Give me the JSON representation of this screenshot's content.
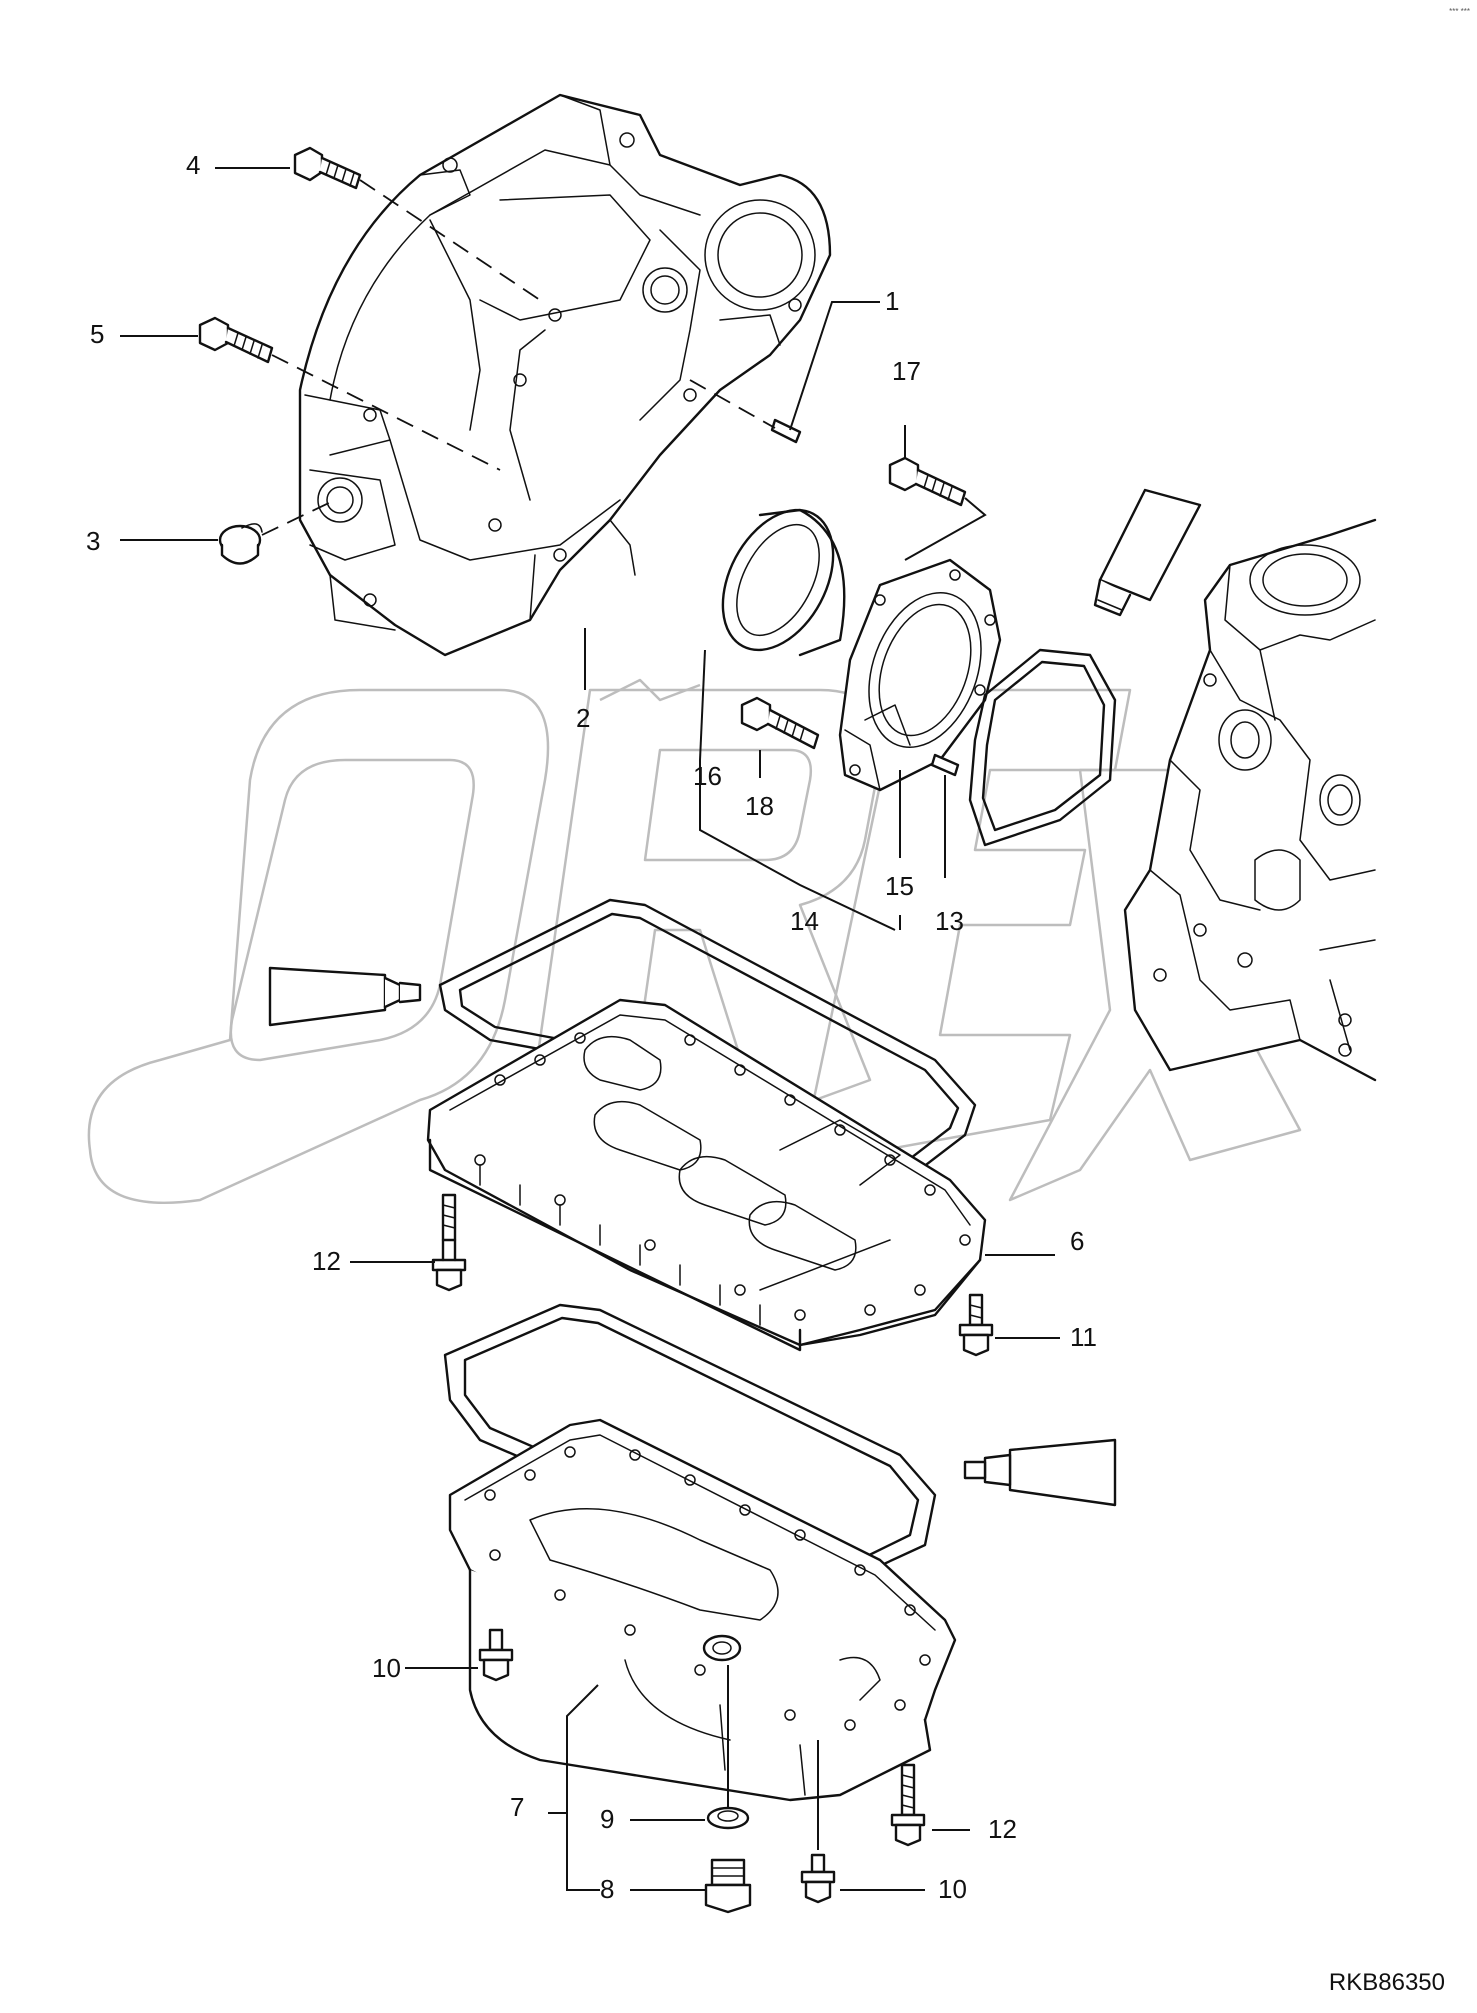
{
  "diagram": {
    "drawing_code": "RKB86350",
    "corner_mark": "*** ***",
    "watermark_text": "OREX",
    "callouts": [
      "1",
      "2",
      "3",
      "4",
      "5",
      "6",
      "7",
      "8",
      "9",
      "10",
      "10",
      "11",
      "12",
      "12",
      "13",
      "14",
      "15",
      "16",
      "17",
      "18"
    ]
  },
  "colors": {
    "ink": "#111111",
    "watermark": "#bdbdbd",
    "paper": "#ffffff"
  }
}
